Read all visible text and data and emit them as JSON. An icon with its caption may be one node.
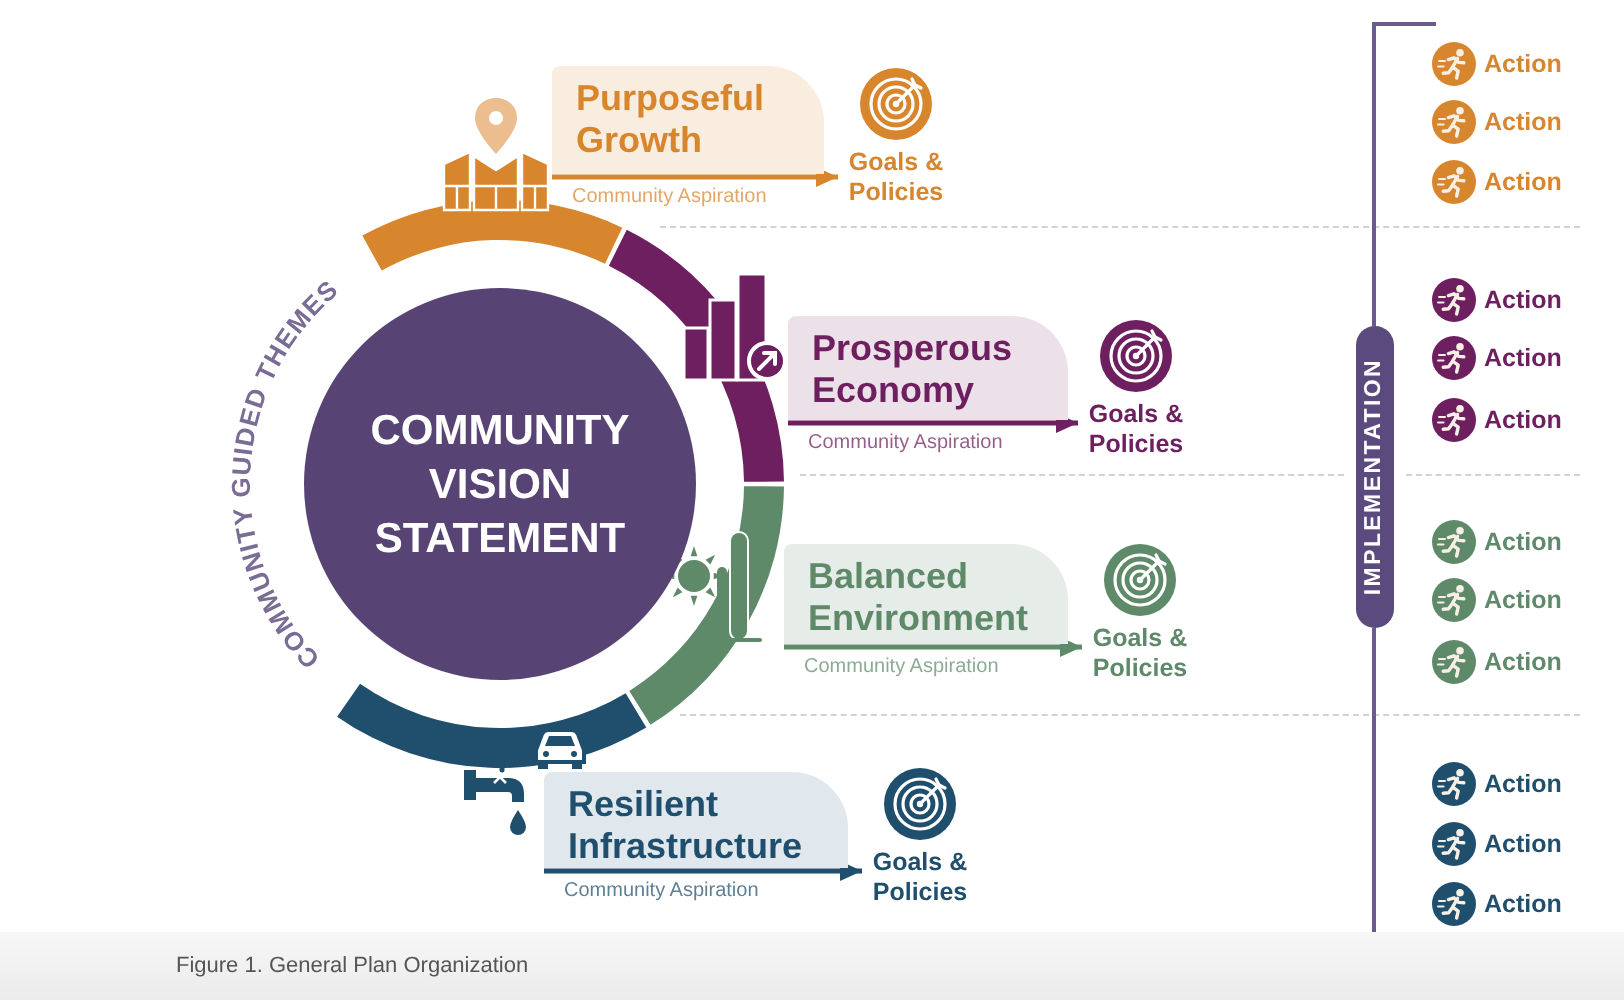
{
  "diagram": {
    "caption": "Figure 1. General Plan Organization",
    "nodes": [
      {
        "text": [
          "COMMUNITY VISION STATEMENT"
        ]
      },
      {
        "text": [
          "Purposeful Growth"
        ]
      },
      {
        "text": [
          "Goals & Policies"
        ]
      },
      {
        "text": [
          "Prosperous Economy"
        ]
      },
      {
        "text": [
          "Goals & Policies"
        ]
      },
      {
        "text": [
          "Balanced Environment"
        ]
      },
      {
        "text": [
          "Goals & Policies"
        ]
      },
      {
        "text": [
          "Resilient Infrastructure"
        ]
      },
      {
        "text": [
          "Goals & Policies"
        ]
      },
      {
        "text": [
          "IMPLEMENTATION"
        ]
      }
    ],
    "edges": [
      {
        "from": 1,
        "to": 2,
        "arrow": "to",
        "label": "Community Aspiration",
        "color": "#d8862e"
      },
      {
        "from": 3,
        "to": 4,
        "arrow": "to",
        "label": "Community Aspiration",
        "color": "#6e1f5f"
      },
      {
        "from": 5,
        "to": 6,
        "arrow": "to",
        "label": "Community Aspiration",
        "color": "#5f8a6a"
      },
      {
        "from": 7,
        "to": 8,
        "arrow": "to",
        "label": "Community Aspiration",
        "color": "#1f4f6d"
      }
    ],
    "labels": [
      "COMMUNITY GUIDED THEMES",
      "Action",
      "Action",
      "Action",
      "Action",
      "Action",
      "Action",
      "Action",
      "Action",
      "Action",
      "Action",
      "Action",
      "Action"
    ]
  }
}
